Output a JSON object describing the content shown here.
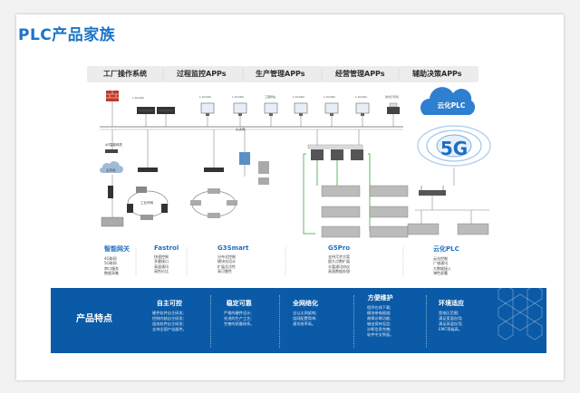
{
  "title": "PLC产品家族",
  "top_categories": [
    "工厂操作系统",
    "过程监控APPs",
    "生产管理APPs",
    "经营管理APPs",
    "辅助决策APPs"
  ],
  "cloud_label": "云化PLC",
  "fiveg_label": "5G",
  "product_lines": [
    {
      "name": "智能网关",
      "items": [
        "4G联网",
        "5G联网",
        "串口服务",
        "数据采集"
      ]
    },
    {
      "name": "Fastrol",
      "items": [
        "快速控制",
        "多重接口",
        "高速通讯",
        "高性价比"
      ]
    },
    {
      "name": "G3Smart",
      "items": [
        "分布式控制",
        "模块化设计",
        "扩展灵活性",
        "高可靠性"
      ]
    },
    {
      "name": "G5Pro",
      "items": [
        "支持冗余方案",
        "超大点数扩展",
        "丰富通讯协议",
        "高速数据处理"
      ]
    },
    {
      "name": "云化PLC",
      "items": [
        "云化控制",
        "广域通讯",
        "大数据接入",
        "弹性部署"
      ]
    }
  ],
  "features": {
    "title": "产品特点",
    "columns": [
      {
        "name": "自主可控",
        "items": [
          "硬件软件自主研发;",
          "控制内核自主研发;",
          "组态软件自主研发;",
          "支持全国产化器件。"
        ]
      },
      {
        "name": "稳定可靠",
        "items": [
          "严格的硬件设计;",
          "先进的生产工艺;",
          "完善的质量体系。"
        ]
      },
      {
        "name": "全网络化",
        "items": [
          "全以太网架构;",
          "组网配置简单;",
          "通讯效率高。"
        ]
      },
      {
        "name": "方便维护",
        "items": [
          "程序在线下载;",
          "模块带电插拔;",
          "故障诊断功能;",
          "输出保持设定;",
          "诊断信息完善;",
          "软件中文界面。"
        ]
      },
      {
        "name": "环境适应",
        "items": [
          "宽电压范围;",
          "满足宽温应用;",
          "满足高湿应用;",
          "EMC等级高。"
        ]
      }
    ]
  },
  "network_labels": {
    "ring": "工业环网",
    "main_bus": "以太网",
    "gateway": "4G智能网关",
    "cloud_small": "云平台"
  },
  "colors": {
    "brand_blue": "#1d6fc0",
    "feature_bg": "#0b5aa7",
    "network_line": "#999999",
    "green_line": "#5cb85c"
  }
}
